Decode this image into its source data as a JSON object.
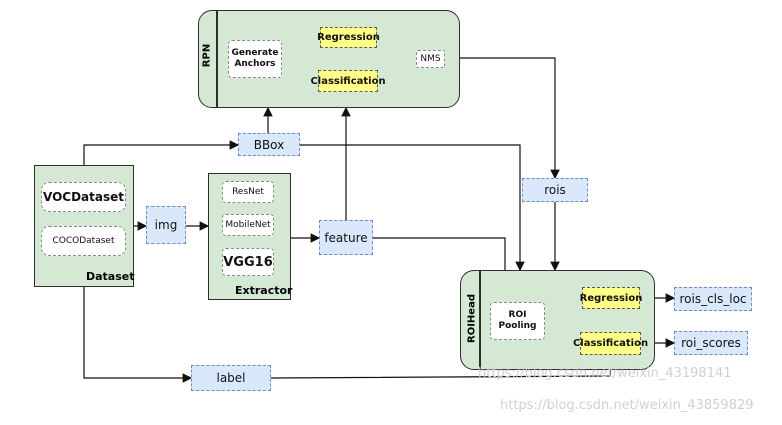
{
  "rpn": {
    "label": "RPN",
    "generate_anchors": "Generate\nAnchors",
    "regression": "Regression",
    "classification": "Classification",
    "nms": "NMS"
  },
  "dataset": {
    "label": "Dataset",
    "voc": "VOCDataset",
    "coco": "COCODataset"
  },
  "extractor": {
    "label": "Extractor",
    "resnet": "ResNet",
    "mobilenet": "MobileNet",
    "vgg16": "VGG16"
  },
  "roihead": {
    "label": "ROIHead",
    "roi_pooling": "ROI\nPooling",
    "regression": "Regression",
    "classification": "Classification"
  },
  "tensors": {
    "img": "img",
    "bbox": "BBox",
    "feature": "feature",
    "rois": "rois",
    "label": "label",
    "rois_cls_loc": "rois_cls_loc",
    "roi_scores": "roi_scores"
  },
  "watermarks": {
    "upper": "https://blog.csdn.net/weixin_43198141",
    "lower": "https://blog.csdn.net/weixin_43859829"
  },
  "colors": {
    "panel_green": "#d5e8d4",
    "tensor_blue": "#dae8fc",
    "head_yellow": "#ffff88",
    "stroke": "#2f2f2f"
  }
}
